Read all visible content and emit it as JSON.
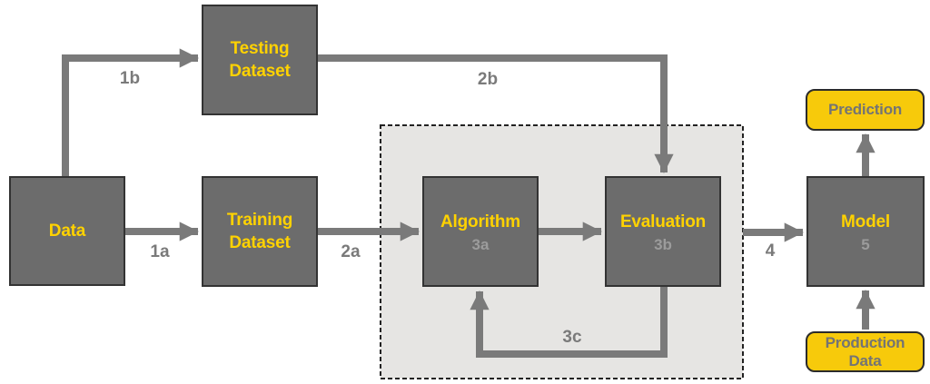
{
  "diagram": {
    "nodes": {
      "data": {
        "label": "Data"
      },
      "testing": {
        "line1": "Testing",
        "line2": "Dataset"
      },
      "training": {
        "line1": "Training",
        "line2": "Dataset"
      },
      "algorithm": {
        "label": "Algorithm",
        "step": "3a"
      },
      "evaluation": {
        "label": "Evaluation",
        "step": "3b"
      },
      "model": {
        "label": "Model",
        "step": "5"
      },
      "prediction": {
        "label": "Prediction"
      },
      "production": {
        "line1": "Production",
        "line2": "Data"
      }
    },
    "edge_labels": {
      "e1a": "1a",
      "e1b": "1b",
      "e2a": "2a",
      "e2b": "2b",
      "e3c": "3c",
      "e4": "4"
    },
    "colors": {
      "node_fill": "#6C6C6C",
      "node_border": "#333333",
      "node_text_yellow": "#FFD200",
      "step_text_gray": "#9C9C9C",
      "arrow_gray": "#7A7A7A",
      "edge_label_gray": "#7A7A7A",
      "container_fill": "#E6E5E3",
      "container_border": "#222222",
      "io_fill": "#F7CA0B",
      "io_border": "#2B2B2B",
      "io_text_gray": "#747474",
      "background": "#FFFFFF"
    }
  }
}
